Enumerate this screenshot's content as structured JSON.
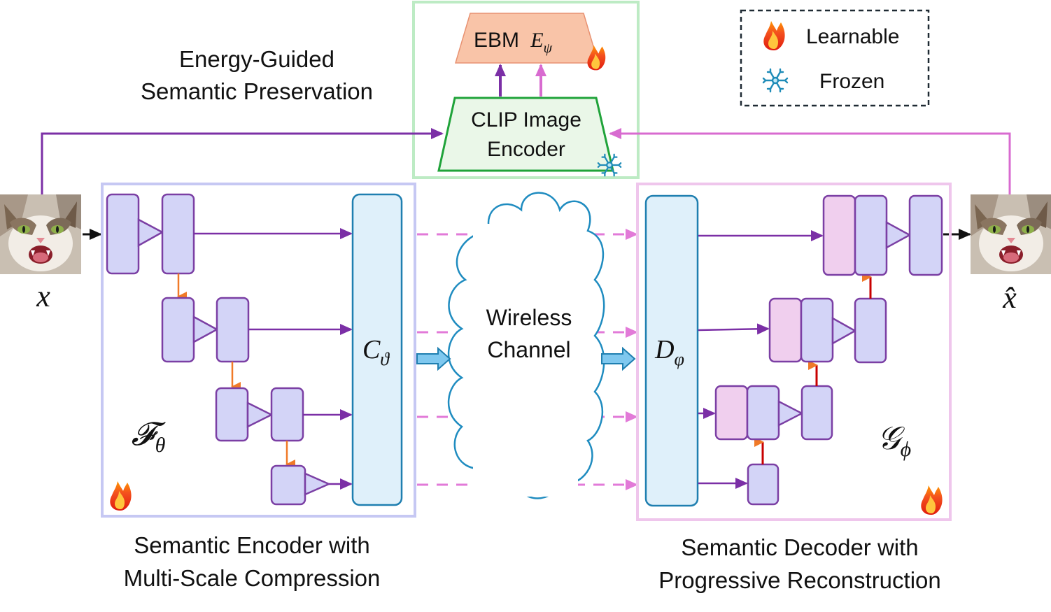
{
  "top_caption": {
    "line1": "Energy-Guided",
    "line2": "Semantic Preservation"
  },
  "ebm_label": "EBM",
  "ebm_symbol": "E",
  "ebm_sub": "ψ",
  "clip": {
    "line1": "CLIP Image",
    "line2": "Encoder"
  },
  "legend": {
    "learnable": "Learnable",
    "frozen": "Frozen"
  },
  "input_label": "x",
  "output_label": "x̂",
  "encoder": {
    "symbol_main": "𝓕",
    "symbol_sub": "θ",
    "compress_main": "C",
    "compress_sub": "ϑ",
    "caption1": "Semantic Encoder with",
    "caption2": "Multi-Scale Compression"
  },
  "channel": {
    "line1": "Wireless",
    "line2": "Channel"
  },
  "decoder": {
    "symbol_main": "𝒢",
    "symbol_sub": "ϕ",
    "d_main": "D",
    "d_sub": "φ",
    "caption1": "Semantic Decoder with",
    "caption2": "Progressive Reconstruction"
  },
  "colors": {
    "block_fill": "#d3d4f7",
    "block_stroke": "#7b3fa4",
    "pink_fill": "#f0cfee",
    "cyan_fill": "#dff0fa",
    "cyan_stroke": "#1f7fb0",
    "purple_arrow": "#7b2fa6",
    "pink_arrow": "#d86bd0",
    "orange_arrow": "#f07a28",
    "red_arrow": "#c80000",
    "enc_box": "#c6c8f3",
    "dec_box": "#efc6ec",
    "clip_box": "#bdebc4",
    "ebm_fill": "#f9c4a8"
  }
}
